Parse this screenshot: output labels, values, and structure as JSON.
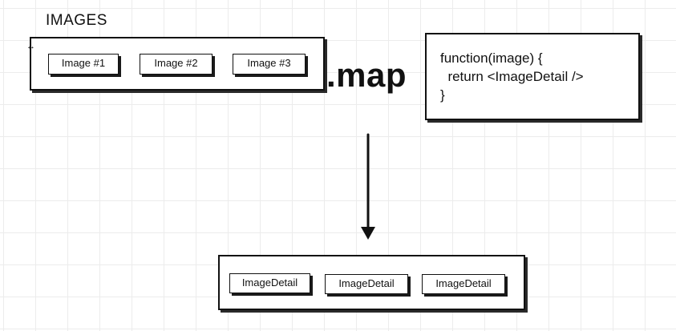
{
  "title": "IMAGES",
  "images": [
    "Image #1",
    "Image #2",
    "Image #3"
  ],
  "operator": ".map",
  "callback_code": [
    "function(image) {",
    "  return <ImageDetail />",
    "}"
  ],
  "results": [
    "ImageDetail",
    "ImageDetail",
    "ImageDetail"
  ],
  "colors": {
    "ink": "#111111",
    "grid": "#ececec",
    "background": "#ffffff"
  }
}
